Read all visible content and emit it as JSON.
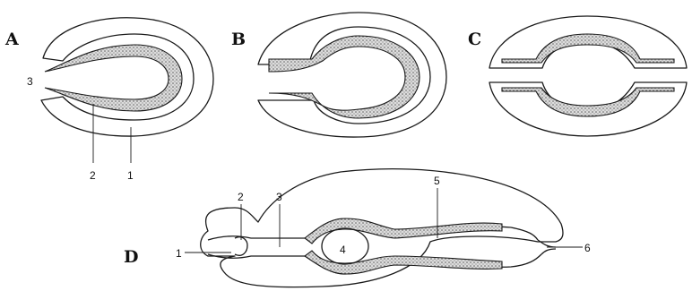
{
  "panels": {
    "a": {
      "letter": "A",
      "labels": {
        "outer_coat": "1",
        "inner_coat": "2",
        "opening": "3"
      }
    },
    "b": {
      "letter": "B"
    },
    "c": {
      "letter": "C"
    },
    "d": {
      "letter": "D",
      "labels": {
        "l1": "1",
        "l2": "2",
        "l3": "3",
        "l4": "4",
        "l5": "5",
        "l6": "6"
      }
    }
  },
  "colors": {
    "line": "#1a1a1a",
    "stipple_base": "#d9d9d9",
    "stipple_dot": "#555555"
  }
}
